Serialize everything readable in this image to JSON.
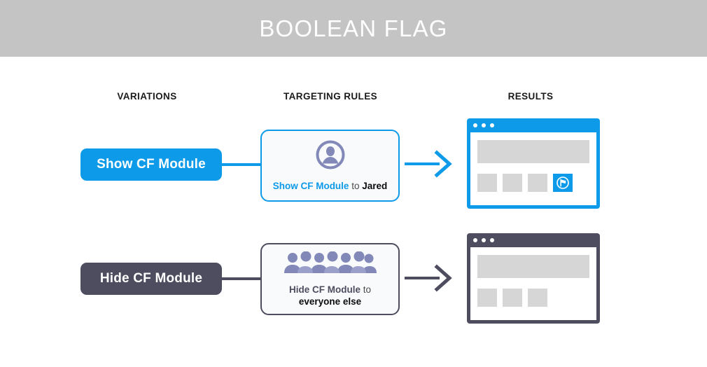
{
  "header": {
    "title": "BOOLEAN FLAG",
    "background_color": "#c4c4c4",
    "title_color": "#ffffff"
  },
  "colors": {
    "accent_blue": "#0d9ae8",
    "slate": "#4d4d5f",
    "icon_purple": "#8289b8",
    "placeholder_gray": "#d6d6d6",
    "card_background": "#f8fafc"
  },
  "columns": [
    {
      "label": "VARIATIONS"
    },
    {
      "label": "TARGETING RULES"
    },
    {
      "label": "RESULTS"
    }
  ],
  "rows": [
    {
      "variation": {
        "label": "Show CF Module",
        "color": "#0d9ae8"
      },
      "rule": {
        "icon": "person-icon",
        "action": "Show CF Module",
        "connector_word": "to",
        "audience": "Jared",
        "border_color": "#0d9ae8"
      },
      "result": {
        "frame_color": "#0d9ae8",
        "window_dots": 3,
        "tiles": [
          "empty",
          "empty",
          "empty",
          "cf-module"
        ],
        "module_icon": "flag-bubble-icon"
      }
    },
    {
      "variation": {
        "label": "Hide CF Module",
        "color": "#4d4d5f"
      },
      "rule": {
        "icon": "crowd-icon",
        "action": "Hide CF Module",
        "connector_word": "to",
        "audience": "everyone else",
        "border_color": "#4d4d5f"
      },
      "result": {
        "frame_color": "#4d4d5f",
        "window_dots": 3,
        "tiles": [
          "empty",
          "empty",
          "empty"
        ],
        "module_icon": null
      }
    }
  ]
}
